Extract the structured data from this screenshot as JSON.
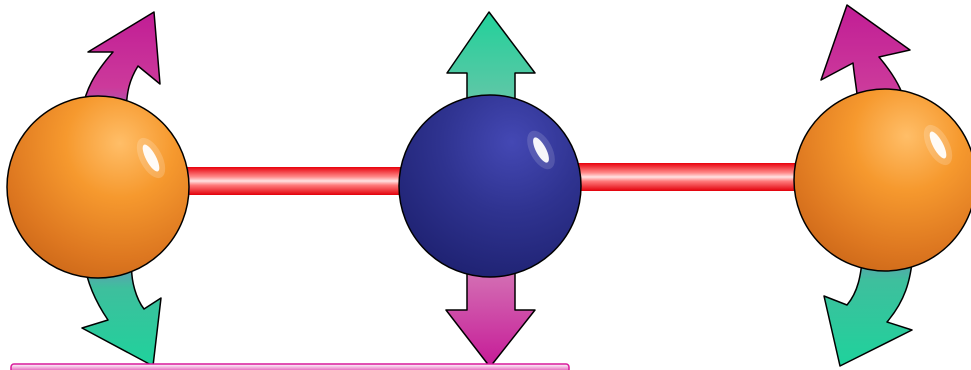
{
  "colors": {
    "background": "#ffffff",
    "outer_atom": "#e8852a",
    "center_atom": "#2d2f86",
    "bond": "#f2222c",
    "arrow_magenta": "#c21f96",
    "arrow_green": "#2fcf9a",
    "baseline": "#d81a9b"
  },
  "diagram": {
    "atoms": [
      {
        "id": "left-atom",
        "kind": "outer",
        "color": "#e8852a"
      },
      {
        "id": "center-atom",
        "kind": "center",
        "color": "#2d2f86"
      },
      {
        "id": "right-atom",
        "kind": "outer",
        "color": "#e8852a"
      }
    ],
    "bonds": [
      {
        "id": "left-bond",
        "color": "#f2222c"
      },
      {
        "id": "right-bond",
        "color": "#f2222c"
      }
    ],
    "arrows": [
      {
        "id": "left-upper-arrow",
        "icon": "curved-arrow-up-right-icon",
        "gradient": "magenta-to-green"
      },
      {
        "id": "left-lower-arrow",
        "icon": "curved-arrow-down-right-icon",
        "gradient": "green-to-magenta"
      },
      {
        "id": "center-upper-arrow",
        "icon": "arrow-up-icon",
        "gradient": "green"
      },
      {
        "id": "center-lower-arrow",
        "icon": "arrow-down-icon",
        "gradient": "magenta"
      },
      {
        "id": "right-upper-arrow",
        "icon": "curved-arrow-up-left-icon",
        "gradient": "magenta-to-green"
      },
      {
        "id": "right-lower-arrow",
        "icon": "curved-arrow-down-left-icon",
        "gradient": "green-to-magenta"
      }
    ]
  }
}
